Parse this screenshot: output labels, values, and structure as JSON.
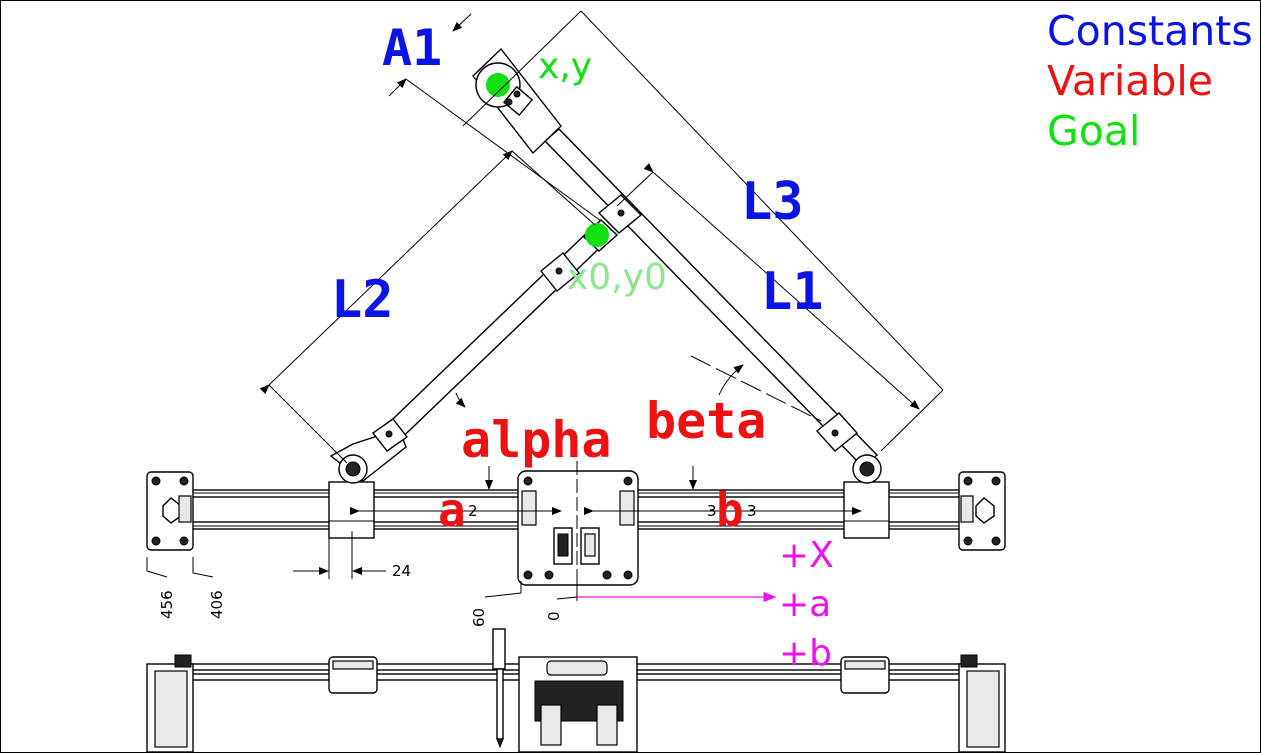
{
  "legend": {
    "constants": "Constants",
    "variable": "Variable",
    "goal": "Goal"
  },
  "labels": {
    "A1": "A1",
    "L1": "L1",
    "L2": "L2",
    "L3": "L3",
    "alpha": "alpha",
    "beta": "beta",
    "a": "a",
    "b": "b",
    "xy": "x,y",
    "x0y0": "x0,y0",
    "plusX": "+X",
    "plusA": "+a",
    "plusB": "+b"
  },
  "dimensions": {
    "d24": "24",
    "d456": "456",
    "d406": "406",
    "d60": "60",
    "d0": "0",
    "d2": "2",
    "d3a": "3",
    "d3b": "3"
  },
  "colors": {
    "constants": "#0a14e6",
    "variable": "#ee1111",
    "goal": "#11e011",
    "goal_light": "#8ee58e",
    "direction": "#ee11ee"
  }
}
